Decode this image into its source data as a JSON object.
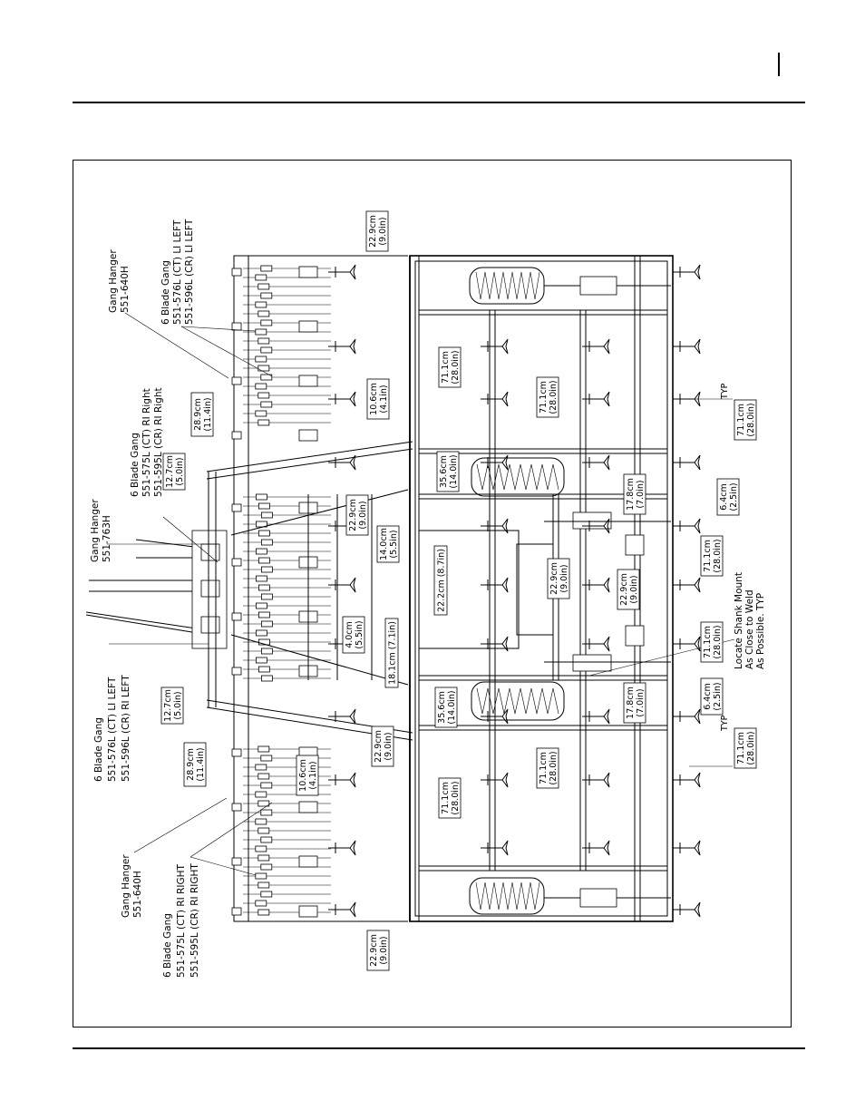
{
  "callouts": {
    "gang_hanger_640h_top": [
      "Gang Hanger",
      "551-640H"
    ],
    "blade_gang_top_left": [
      "6 Blade Gang",
      "551-576L (CT) LI LEFT",
      "551-596L (CR) LI LEFT"
    ],
    "blade_gang_center_right": [
      "6 Blade Gang",
      "551-575L (CT) RI Right",
      "551-595L (CR) RI Right"
    ],
    "gang_hanger_763h": [
      "Gang Hanger",
      "551-763H"
    ],
    "blade_gang_center_left": [
      "6 Blade Gang",
      "551-576L (CT) LI LEFT",
      "551-596L (CR) RI LEFT"
    ],
    "gang_hanger_640h_bottom": [
      "Gang Hanger",
      "551-640H"
    ],
    "blade_gang_bottom_right": [
      "6 Blade Gang",
      "551-575L (CT) RI RIGHT",
      "551-595L (CR) RI RIGHT"
    ],
    "shank_mount_note": [
      "Locate Shank Mount",
      "As Close to Weld",
      "As Possible.   TYP"
    ]
  },
  "dimensions": {
    "d_22_9_top": [
      "22.9cm",
      "(9.0in)"
    ],
    "d_28_9_top": [
      "28.9cm",
      "(11.4in)"
    ],
    "d_12_7_top": [
      "12.7cm",
      "(5.0in)"
    ],
    "d_10_6_top": [
      "10.6cm",
      "(4.1in)"
    ],
    "d_71_1_a": [
      "71.1cm",
      "(28.0in)"
    ],
    "d_71_1_b": [
      "71.1cm",
      "(28.0in)"
    ],
    "d_35_6_top": [
      "35.6cm",
      "(14.0in)"
    ],
    "d_17_8_top": [
      "17.8cm",
      "(7.0in)"
    ],
    "d_22_9_mid": [
      "22.9cm",
      "(9.0in)"
    ],
    "d_14_0_mid": [
      "14.0cm",
      "(5.5in)"
    ],
    "d_22_2_mid": [
      "22.2cm (8.7in)"
    ],
    "d_22_9_c1": [
      "22.9cm",
      "(9.0in)"
    ],
    "d_22_9_c2": [
      "22.9cm",
      "(9.0in)"
    ],
    "d_4_0_mid": [
      "4.0cm",
      "(5.5in)"
    ],
    "d_18_1_mid": [
      "18.1cm (7.1in)"
    ],
    "d_71_1_typ_top": [
      "71.1cm",
      "(28.0in)"
    ],
    "typ_top": "TYP",
    "d_6_4_top": [
      "6.4cm",
      "(2.5in)"
    ],
    "d_71_1_c": [
      "71.1cm",
      "(28.0in)"
    ],
    "d_71_1_d": [
      "71.1cm",
      "(28.0in)"
    ],
    "d_6_4_bot": [
      "6.4cm",
      "(2.5in)"
    ],
    "d_17_8_bot": [
      "17.8cm",
      "(7.0in)"
    ],
    "d_35_6_bot": [
      "35.6cm",
      "(14.0in)"
    ],
    "d_12_7_bot": [
      "12.7cm",
      "(5.0in)"
    ],
    "d_28_9_bot": [
      "28.9cm",
      "(11.4in)"
    ],
    "d_10_6_bot": [
      "10.6cm",
      "(4.1in)"
    ],
    "d_22_9_bot_mid": [
      "22.9cm",
      "(9.0in)"
    ],
    "d_71_1_e": [
      "71.1cm",
      "(28.0in)"
    ],
    "d_71_1_f": [
      "71.1cm",
      "(28.0in)"
    ],
    "d_71_1_typ_bot": [
      "71.1cm",
      "(28.0in)"
    ],
    "typ_bot": "TYP",
    "d_22_9_bot": [
      "22.9cm",
      "(9.0in)"
    ]
  }
}
